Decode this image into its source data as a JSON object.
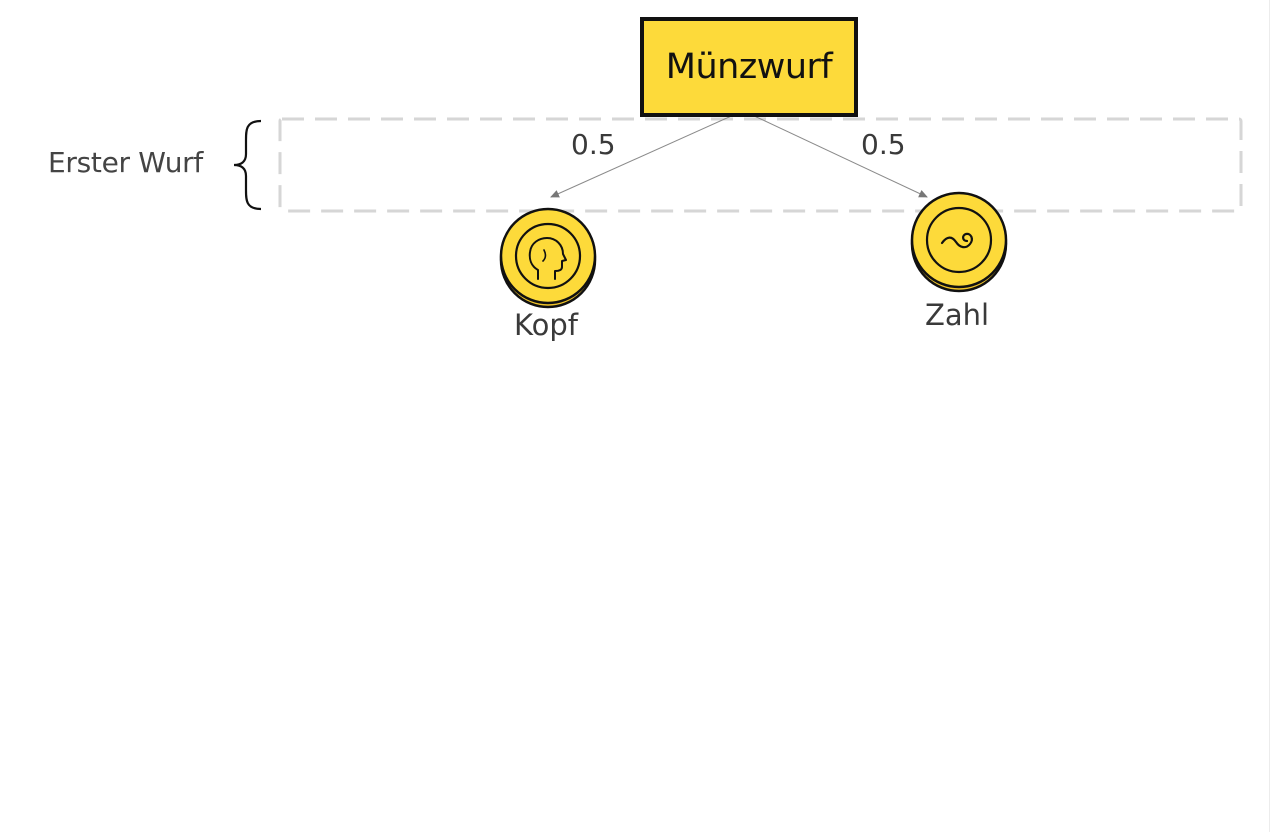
{
  "diagram": {
    "root": {
      "label": "Münzwurf"
    },
    "level_label": "Erster Wurf",
    "branches": [
      {
        "probability": "0.5",
        "outcome": "Kopf",
        "icon": "coin-head-icon"
      },
      {
        "probability": "0.5",
        "outcome": "Zahl",
        "icon": "coin-tail-icon"
      }
    ]
  },
  "colors": {
    "root_fill": "#fdda3a",
    "coin_fill": "#fdda3a",
    "outline": "#111111",
    "dashed_frame": "#d6d6d6",
    "text": "#3a3a3a"
  }
}
